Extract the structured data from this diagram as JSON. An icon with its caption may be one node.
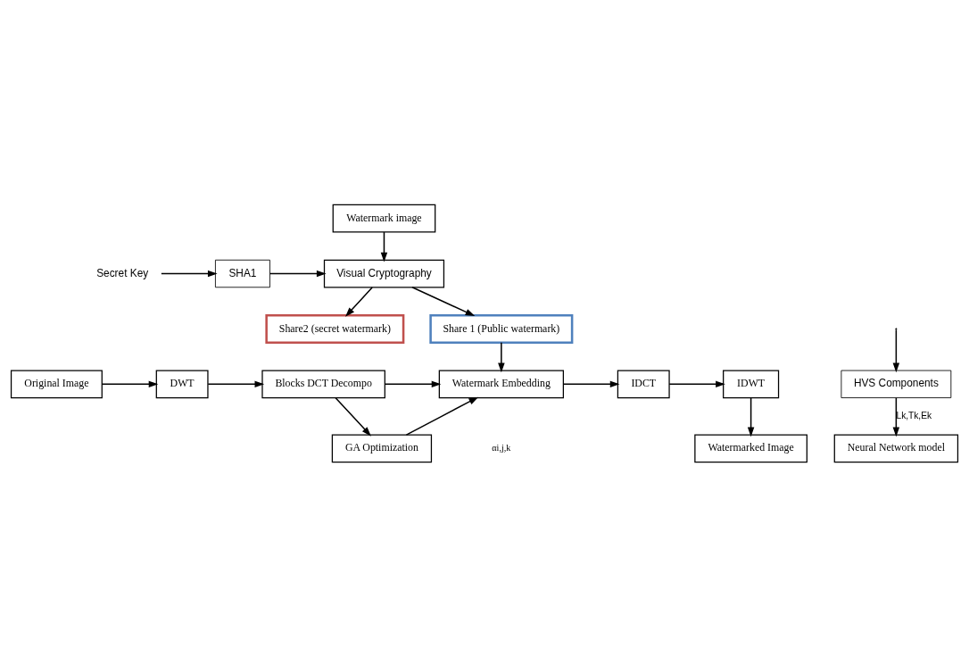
{
  "diagram": {
    "nodes": [
      {
        "text": [
          "Watermark image"
        ]
      },
      {
        "text": [
          "Secret Key"
        ]
      },
      {
        "text": [
          "SHA1"
        ]
      },
      {
        "text": [
          "Visual Cryptography"
        ]
      },
      {
        "text": [
          "Share2 (secret watermark)"
        ]
      },
      {
        "text": [
          "Share 1 (Public watermark)"
        ]
      },
      {
        "text": [
          "Original Image"
        ]
      },
      {
        "text": [
          "DWT"
        ]
      },
      {
        "text": [
          "Blocks DCT Decompo"
        ]
      },
      {
        "text": [
          "Watermark Embedding"
        ]
      },
      {
        "text": [
          "IDCT"
        ]
      },
      {
        "text": [
          "IDWT"
        ]
      },
      {
        "text": [
          "GA Optimization"
        ]
      },
      {
        "text": [
          "Neural Network model"
        ]
      },
      {
        "text": [
          "HVS Components"
        ]
      },
      {
        "text": [
          "Watermarked Image"
        ]
      }
    ],
    "edges": [
      {
        "from": 0,
        "to": 3,
        "arrow": "to"
      },
      {
        "from": 1,
        "to": 2,
        "arrow": "to"
      },
      {
        "from": 2,
        "to": 3,
        "arrow": "to"
      },
      {
        "from": 3,
        "to": 5,
        "arrow": "to"
      },
      {
        "from": 3,
        "to": 4,
        "arrow": "to"
      },
      {
        "from": 5,
        "to": 9,
        "arrow": "to"
      },
      {
        "from": 6,
        "to": 7,
        "arrow": "to"
      },
      {
        "from": 7,
        "to": 8,
        "arrow": "to"
      },
      {
        "from": 8,
        "to": 9,
        "arrow": "to"
      },
      {
        "from": 9,
        "to": 10,
        "arrow": "to"
      },
      {
        "from": 10,
        "to": 11,
        "arrow": "to"
      },
      {
        "from": 11,
        "to": 15,
        "arrow": "to"
      },
      {
        "from": 8,
        "to": 12,
        "arrow": "to"
      },
      {
        "from": 12,
        "to": 9,
        "arrow": "to"
      },
      {
        "from": null,
        "to": 14,
        "arrow": "to"
      },
      {
        "from": 14,
        "to": 13,
        "label": "Lk,Tk,Ek",
        "arrow": "to"
      }
    ],
    "labels": [
      "αi,j,k"
    ]
  }
}
